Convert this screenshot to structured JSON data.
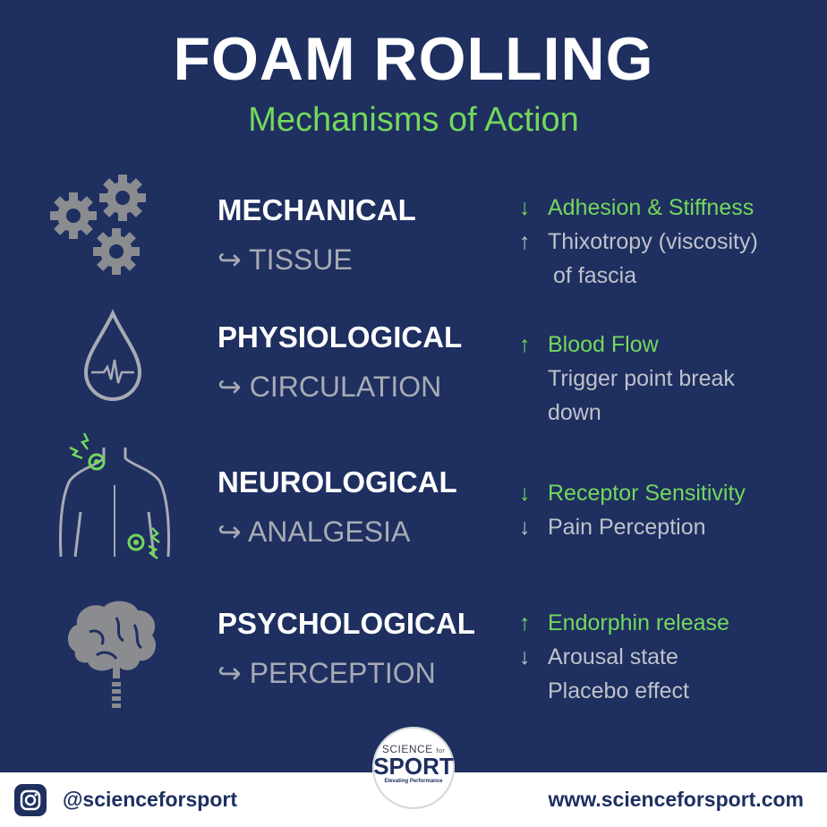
{
  "title": "FOAM ROLLING",
  "subtitle": "Mechanisms of Action",
  "colors": {
    "background": "#1e2f60",
    "accent": "#74d85c",
    "muted": "#a8abb4",
    "footer": "#ffffff"
  },
  "rows": [
    {
      "icon": "gears-icon",
      "category": "MECHANICAL",
      "target": "↪ TISSUE",
      "effects": [
        {
          "arrow": "↓",
          "text": "Adhesion & Stiffness",
          "highlight": true
        },
        {
          "arrow": "↑",
          "text": "Thixotropy (viscosity)",
          "highlight": false
        },
        {
          "arrow": "",
          "text": " of fascia",
          "highlight": false
        }
      ]
    },
    {
      "icon": "blood-drop-icon",
      "category": "PHYSIOLOGICAL",
      "target": "↪ CIRCULATION",
      "effects": [
        {
          "arrow": "↑",
          "text": "Blood Flow",
          "highlight": true
        },
        {
          "arrow": "",
          "text": "Trigger point break",
          "highlight": false
        },
        {
          "arrow": "",
          "text": "down",
          "highlight": false
        }
      ]
    },
    {
      "icon": "back-pain-icon",
      "category": "NEUROLOGICAL",
      "target": "↪ ANALGESIA",
      "effects": [
        {
          "arrow": "↓",
          "text": "Receptor Sensitivity",
          "highlight": true
        },
        {
          "arrow": "↓",
          "text": "Pain Perception",
          "highlight": false
        }
      ]
    },
    {
      "icon": "brain-icon",
      "category": "PSYCHOLOGICAL",
      "target": "↪ PERCEPTION",
      "effects": [
        {
          "arrow": "↑",
          "text": "Endorphin release",
          "highlight": true
        },
        {
          "arrow": "↓",
          "text": "Arousal state",
          "highlight": false
        },
        {
          "arrow": "",
          "text": "Placebo effect",
          "highlight": false
        }
      ]
    }
  ],
  "footer": {
    "handle": "@scienceforsport",
    "website": "www.scienceforsport.com",
    "icon": "instagram-icon"
  },
  "logo": {
    "top": "SCIENCE",
    "small": "for",
    "main": "SPORT",
    "tagline": "Elevating Performance"
  }
}
